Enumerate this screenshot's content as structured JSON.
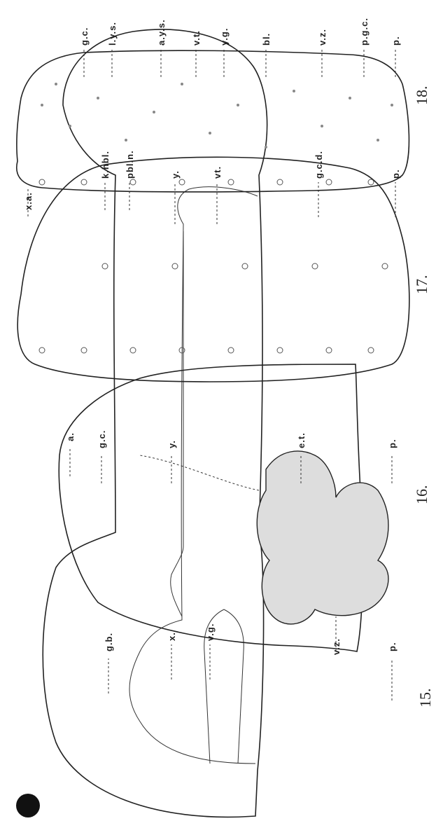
{
  "plate": {
    "figures": [
      {
        "id": "fig15",
        "number": "15.",
        "labels": {
          "gb": "g.b.",
          "x": "x.",
          "vg": "v.g.",
          "p": "p."
        }
      },
      {
        "id": "fig16",
        "number": "16.",
        "labels": {
          "a": "a.",
          "gc": "g.c.",
          "y": "y.",
          "et": "e.t.",
          "p": "p.",
          "vz": "v.z."
        }
      },
      {
        "id": "fig17",
        "number": "17.",
        "labels": {
          "khbl": "k.hbl.",
          "pbln": "pbl.n.",
          "y": "y.",
          "vt": "vt.",
          "gcd": "g.c.d.",
          "p": "p."
        }
      },
      {
        "id": "fig18",
        "number": "18.",
        "labels": {
          "gc": "g.c.",
          "lys": "l.y.s.",
          "ays": "a.y.s.",
          "vt": "v.t.",
          "yg": "y.g.",
          "bl": "bl.",
          "vz": "v.z.",
          "pgc": "p.g.c.",
          "p": "p.",
          "xa": "x.a."
        }
      }
    ]
  }
}
